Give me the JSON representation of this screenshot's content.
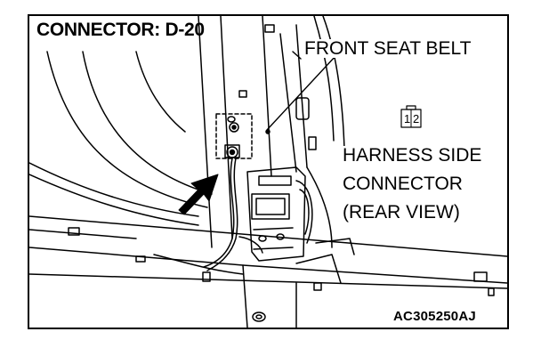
{
  "diagram": {
    "title": "CONNECTOR: D-20",
    "part_label": "FRONT SEAT BELT",
    "harness_side_lines": [
      "HARNESS SIDE",
      "CONNECTOR",
      "(REAR VIEW)"
    ],
    "connector_pins": [
      "1",
      "2"
    ],
    "figure_code": "AC305250AJ"
  }
}
